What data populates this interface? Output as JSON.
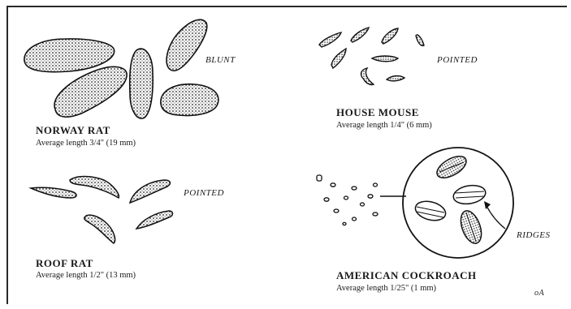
{
  "panels": {
    "norway_rat": {
      "title": "NORWAY RAT",
      "subtitle": "Average length 3/4\" (19 mm)",
      "callout": "BLUNT"
    },
    "house_mouse": {
      "title": "HOUSE MOUSE",
      "subtitle": "Average length 1/4\" (6 mm)",
      "callout": "POINTED"
    },
    "roof_rat": {
      "title": "ROOF RAT",
      "subtitle": "Average length 1/2\" (13 mm)",
      "callout": "POINTED"
    },
    "american_cockroach": {
      "title": "AMERICAN COCKROACH",
      "subtitle": "Average length 1/25\" (1 mm)",
      "callout": "RIDGES"
    }
  },
  "signature": "oA"
}
